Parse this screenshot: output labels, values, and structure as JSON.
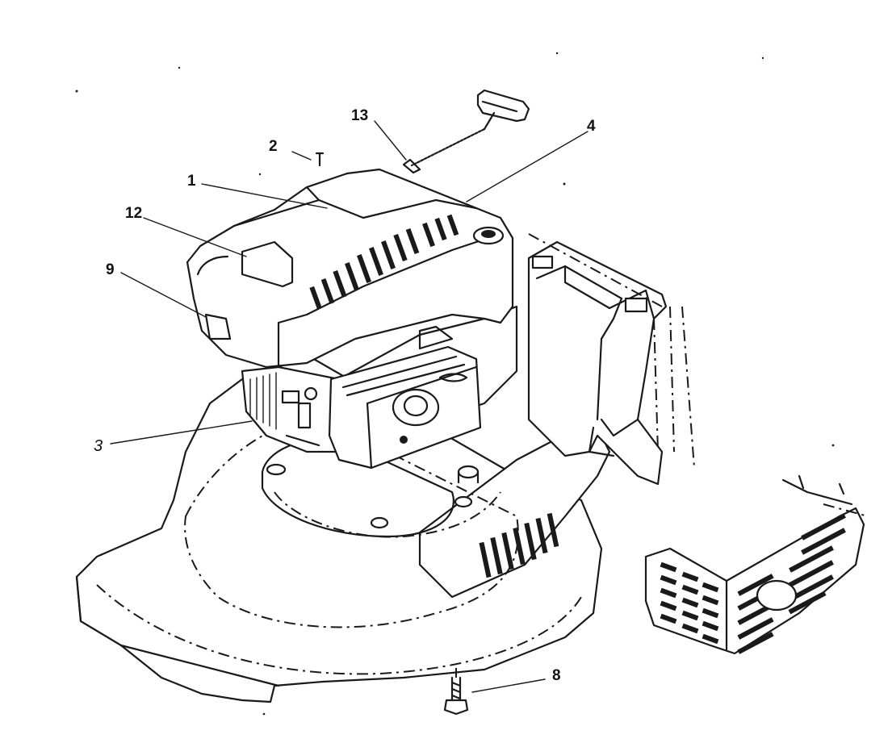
{
  "callouts": {
    "c1": "1",
    "c2": "2",
    "c3": "3",
    "c4": "4",
    "c8": "8",
    "c9": "9",
    "c12": "12",
    "c13": "13"
  },
  "colors": {
    "ink": "#1a1a1a",
    "paper": "#ffffff"
  }
}
